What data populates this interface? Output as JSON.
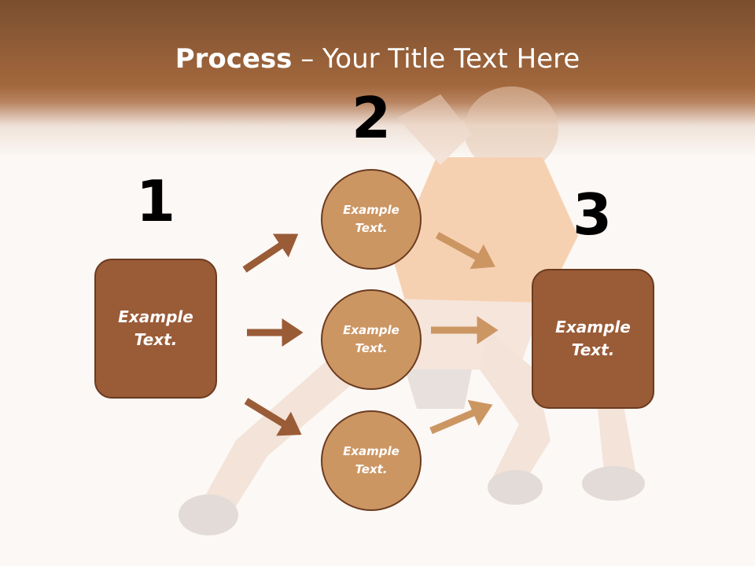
{
  "title": {
    "bold": "Process",
    "rest": " – Your Title Text Here"
  },
  "steps": {
    "one": {
      "number": "1",
      "label_line1": "Example",
      "label_line2": "Text."
    },
    "two": {
      "number": "2"
    },
    "three": {
      "number": "3",
      "label_line1": "Example",
      "label_line2": "Text."
    }
  },
  "circles": [
    {
      "label_line1": "Example",
      "label_line2": "Text."
    },
    {
      "label_line1": "Example",
      "label_line2": "Text."
    },
    {
      "label_line1": "Example",
      "label_line2": "Text."
    }
  ],
  "colors": {
    "header": "#a3683d",
    "box_fill": "#9a5b37",
    "circle_fill": "#cc9663",
    "arrow_dark": "#9a5b37",
    "arrow_light": "#cc9663"
  }
}
